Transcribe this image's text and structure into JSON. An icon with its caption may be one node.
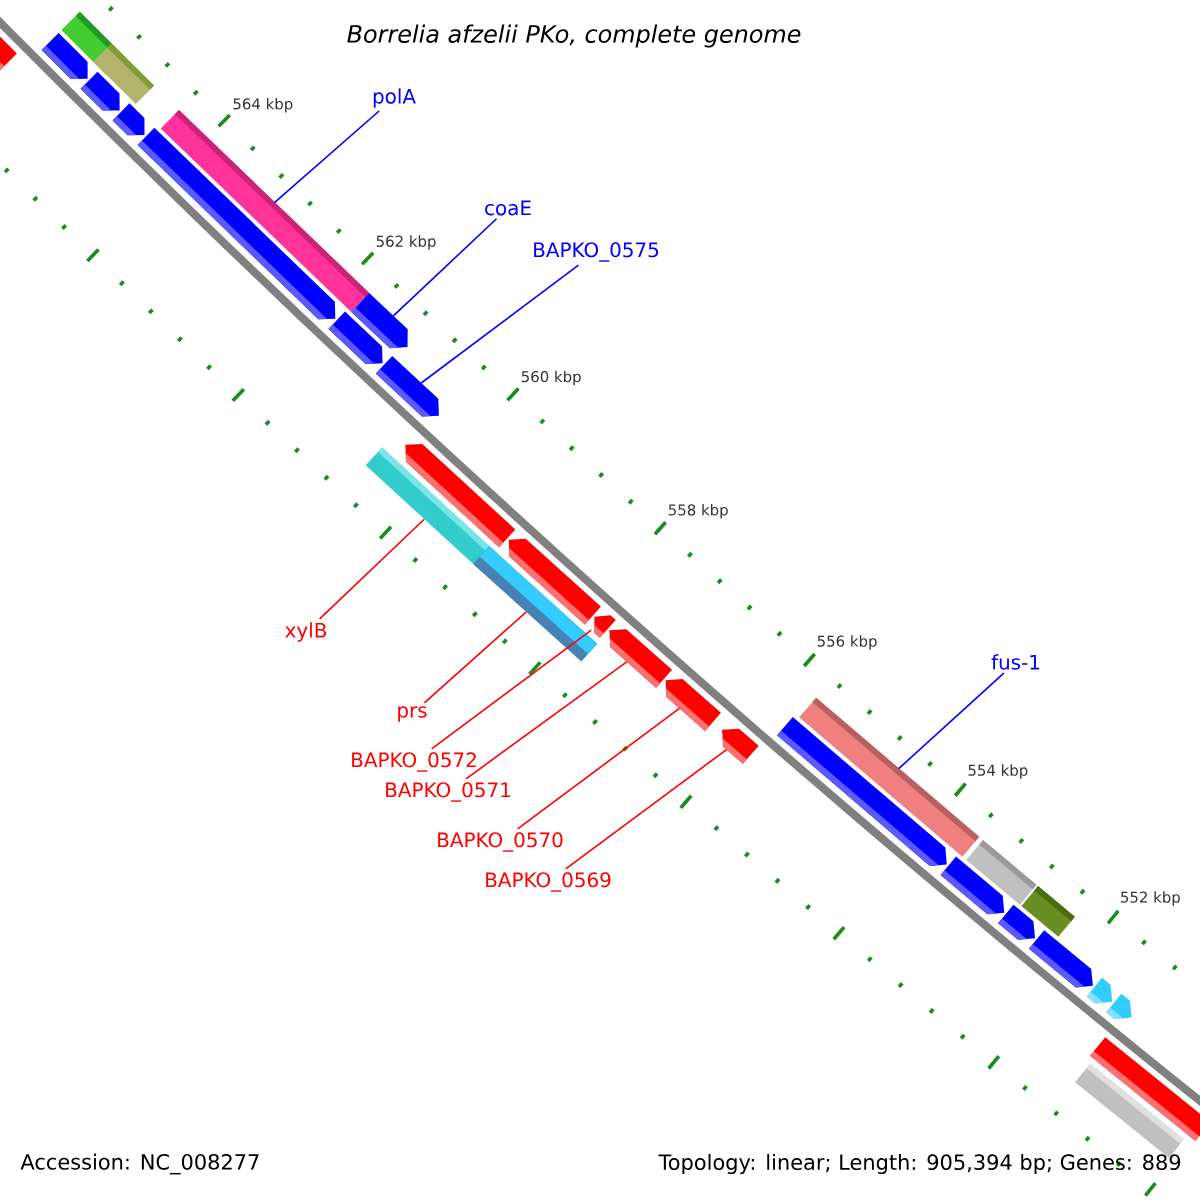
{
  "diagram": {
    "title": "Borrelia afzelii PKo, complete genome",
    "nodes": [
      {
        "text": [
          "polA"
        ]
      },
      {
        "text": [
          "coaE"
        ]
      },
      {
        "text": [
          "BAPKO_0575"
        ]
      },
      {
        "text": [
          "xylB"
        ]
      },
      {
        "text": [
          "fus-1"
        ]
      },
      {
        "text": [
          "prs"
        ]
      },
      {
        "text": [
          "BAPKO_0572"
        ]
      },
      {
        "text": [
          "BAPKO_0571"
        ]
      },
      {
        "text": [
          "BAPKO_0570"
        ]
      },
      {
        "text": [
          "BAPKO_0569"
        ]
      },
      {
        "text": [],
        "shape": "pentagon"
      },
      {
        "text": [],
        "shape": "pentagon"
      },
      {
        "text": [],
        "shape": "box"
      },
      {
        "text": [],
        "shape": "box"
      },
      {
        "text": [],
        "shape": "pentagon"
      },
      {
        "text": [],
        "shape": "pentagon"
      },
      {
        "text": [],
        "shape": "pentagon"
      },
      {
        "text": [],
        "shape": "box"
      },
      {
        "text": [],
        "shape": "pentagon"
      },
      {
        "text": [],
        "shape": "pentagon"
      },
      {
        "text": [],
        "shape": "pentagon"
      },
      {
        "text": [],
        "shape": "box"
      },
      {
        "text": [],
        "shape": "pentagon"
      },
      {
        "text": [],
        "shape": "box"
      },
      {
        "text": [],
        "shape": "pentagon"
      },
      {
        "text": [],
        "shape": "pentagon"
      },
      {
        "text": [],
        "shape": "pentagon"
      },
      {
        "text": [],
        "shape": "pentagon"
      },
      {
        "text": [],
        "shape": "pentagon"
      },
      {
        "text": [],
        "shape": "pentagon"
      },
      {
        "text": [],
        "shape": "box"
      },
      {
        "text": [],
        "shape": "pentagon"
      },
      {
        "text": [],
        "shape": "box"
      },
      {
        "text": [],
        "shape": "pentagon"
      },
      {
        "text": [],
        "shape": "box"
      },
      {
        "text": [],
        "shape": "pentagon"
      },
      {
        "text": [],
        "shape": "pentagon"
      },
      {
        "text": [],
        "shape": "pentagon"
      },
      {
        "text": [],
        "shape": "box"
      },
      {
        "text": [],
        "shape": "box"
      }
    ],
    "edges": [
      {
        "from": 0,
        "to": 17,
        "arrow": "none",
        "color": "#0000ff"
      },
      {
        "from": 1,
        "to": 19,
        "arrow": "none",
        "color": "#0000ff"
      },
      {
        "from": 2,
        "to": 20,
        "arrow": "none",
        "color": "#0000ff"
      },
      {
        "from": 3,
        "to": 21,
        "arrow": "none"
      },
      {
        "from": 4,
        "to": 30,
        "arrow": "none",
        "color": "#0000ff"
      },
      {
        "from": 5,
        "to": 23,
        "arrow": "none"
      },
      {
        "from": 6,
        "to": 25,
        "arrow": "none"
      },
      {
        "from": 7,
        "to": 26,
        "arrow": "none"
      },
      {
        "from": 8,
        "to": 27,
        "arrow": "none"
      },
      {
        "from": 9,
        "to": 28,
        "arrow": "none"
      }
    ],
    "labels": [
      "564 kbp",
      "562 kbp",
      "560 kbp",
      "558 kbp",
      "556 kbp",
      "554 kbp",
      "552 kbp",
      "Accession: NC_008277",
      "Topology: linear; Length: 905,394 bp; Genes: 889"
    ]
  }
}
